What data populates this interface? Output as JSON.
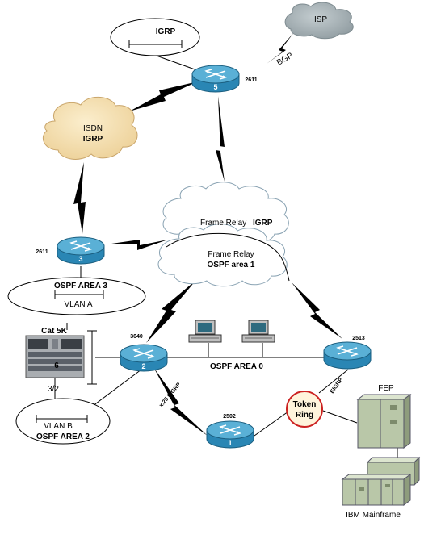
{
  "cloud_labels": {
    "isp": "ISP",
    "isdn_line1": "ISDN",
    "isdn_line2": "IGRP",
    "fr_igrp_prefix": "Frame Relay",
    "fr_igrp_suffix": "IGRP",
    "fr_ospf_line1": "Frame Relay",
    "fr_ospf_line2": "OSPF area 1"
  },
  "segment_labels": {
    "igrp_segment": "IGRP",
    "ospf_area3": "OSPF AREA 3",
    "vlan_a": "VLAN A",
    "vlan_b": "VLAN B",
    "ospf_area2": "OSPF AREA 2",
    "ospf_area0": "OSPF AREA 0",
    "token_ring_line1": "Token",
    "token_ring_line2": "Ring"
  },
  "link_labels": {
    "bgp": "BGP",
    "x25_eigrp": "x.25 EIGRP",
    "eigrp_tr": "EIGRP"
  },
  "routers": [
    {
      "model": "2611",
      "number": "5"
    },
    {
      "model": "2611",
      "number": "3"
    },
    {
      "model": "3640",
      "number": "2"
    },
    {
      "model": "2513",
      "number": ""
    },
    {
      "model": "2502",
      "number": "1"
    }
  ],
  "switch": {
    "model": "Cat 5K",
    "number": "6",
    "port": "3/2"
  },
  "mainframe": {
    "fep_label": "FEP",
    "host_label": "IBM Mainframe"
  },
  "colors": {
    "router_top": "#5ab0d6",
    "router_side": "#2a86b4",
    "cloud_isp": "#a3aeb2",
    "cloud_isdn": "#f7e3b6",
    "cloud_fr": "#ffffff",
    "cloud_outline": "#8aa3b3",
    "token_ring_border": "#cc2222",
    "mainframe": "#b9c7a8"
  }
}
